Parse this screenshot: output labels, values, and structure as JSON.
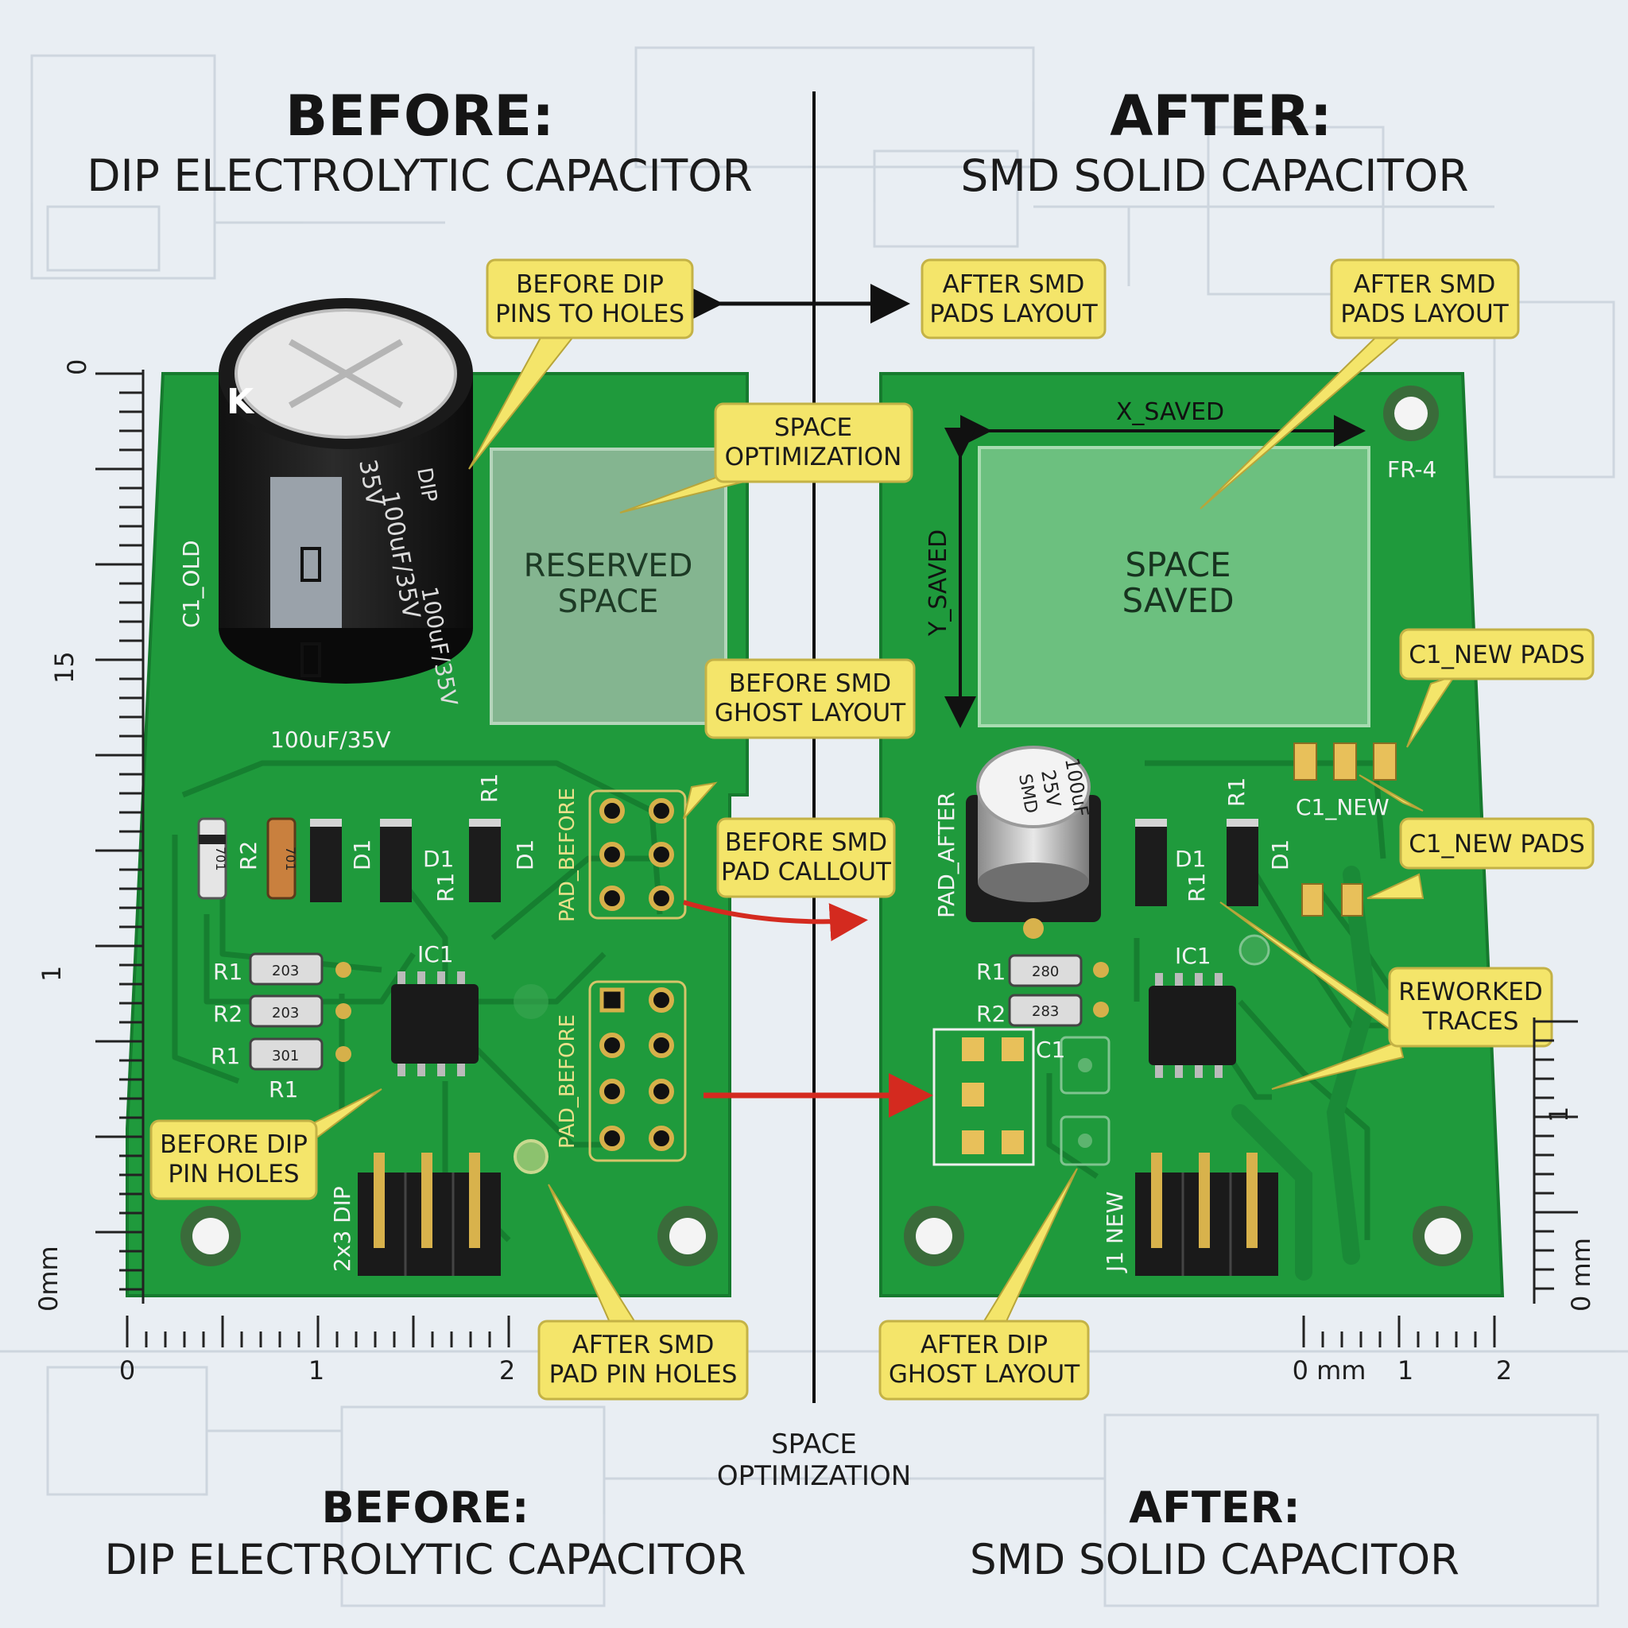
{
  "headings": {
    "top_left_title": "BEFORE:",
    "top_left_subtitle": "DIP ELECTROLYTIC CAPACITOR",
    "top_right_title": "AFTER:",
    "top_right_subtitle": "SMD SOLID CAPACITOR",
    "bottom_left_title": "BEFORE:",
    "bottom_left_subtitle": "DIP ELECTROLYTIC CAPACITOR",
    "bottom_right_title": "AFTER:",
    "bottom_right_subtitle": "SMD SOLID CAPACITOR",
    "center_caption_1": "SPACE",
    "center_caption_2": "OPTIMIZATION"
  },
  "callouts": {
    "before_dip_pins_to_holes": [
      "BEFORE DIP",
      "PINS TO HOLES"
    ],
    "after_smd_pads_layout_1": [
      "AFTER SMD",
      "PADS LAYOUT"
    ],
    "after_smd_pads_layout_2": [
      "AFTER SMD",
      "PADS LAYOUT"
    ],
    "space_optimization": [
      "SPACE",
      "OPTIMIZATION"
    ],
    "before_smd_ghost_layout": [
      "BEFORE SMD",
      "GHOST LAYOUT"
    ],
    "before_smd_pad_callout": [
      "BEFORE SMD",
      "PAD CALLOUT"
    ],
    "c1_new_pads_1": [
      "C1_NEW PADS"
    ],
    "c1_new_pads_2": [
      "C1_NEW PADS"
    ],
    "reworked_traces": [
      "REWORKED",
      "TRACES"
    ],
    "before_dip_pin_holes": [
      "BEFORE DIP",
      "PIN HOLES"
    ],
    "after_smd_pad_pin_holes": [
      "AFTER SMD",
      "PAD PIN HOLES"
    ],
    "after_dip_ghost_layout": [
      "AFTER DIP",
      "GHOST LAYOUT"
    ]
  },
  "left_board": {
    "reserved_space": [
      "RESERVED",
      "SPACE"
    ],
    "cap_label": "C1_OLD",
    "cap_value": "100uF/35V",
    "cap_sleeve_1": "100uF/35V",
    "cap_sleeve_2": "35V",
    "cap_sleeve_3": "DIP",
    "cap_sleeve_4": "100uF/35V",
    "cap_brand": "K",
    "pad_before_1": "PAD_BEFORE",
    "pad_before_2": "PAD_BEFORE",
    "ic_label": "IC1",
    "header_label": "2x3 DIP",
    "labels": {
      "r2": "R2",
      "d1a": "D1",
      "d1b": "D1",
      "d1c": "D1",
      "r1top": "R1",
      "r1mid": "R1",
      "r1row1": "R1",
      "r2row2": "R2",
      "r1row3": "R1",
      "r1bottom": "R1"
    },
    "resistor_codes": [
      "701",
      "701",
      "203",
      "203",
      "301"
    ]
  },
  "right_board": {
    "space_saved": [
      "SPACE",
      "SAVED"
    ],
    "x_saved": "X_SAVED",
    "y_saved": "Y_SAVED",
    "fr4": "FR-4",
    "cap_text": [
      "100uF",
      "25V",
      "SMD"
    ],
    "pad_after": "PAD_AFTER",
    "c1_new": "C1_NEW",
    "c1": "C1",
    "ic_label": "IC1",
    "header_label": "J1 NEW",
    "labels": {
      "d1a": "D1",
      "d1b": "D1",
      "r1a": "R1",
      "r1b": "R1",
      "r1row1": "R1",
      "r2row2": "R2"
    },
    "resistor_codes": [
      "280",
      "283"
    ]
  },
  "rulers": {
    "left_vertical": [
      "0",
      "15",
      "1",
      "0mm"
    ],
    "left_horizontal": [
      "0",
      "1",
      "2"
    ],
    "right_vertical": [
      "1",
      "0 mm"
    ],
    "right_horizontal": [
      "0 mm",
      "1",
      "2"
    ]
  },
  "colors": {
    "pcb_green": "#1f9a3c",
    "pcb_edge": "#167a2e",
    "trace_green": "#1a8534",
    "callout_fill": "#f4e56a",
    "arrow_red": "#d42a1f",
    "background": "#e9eef3"
  }
}
